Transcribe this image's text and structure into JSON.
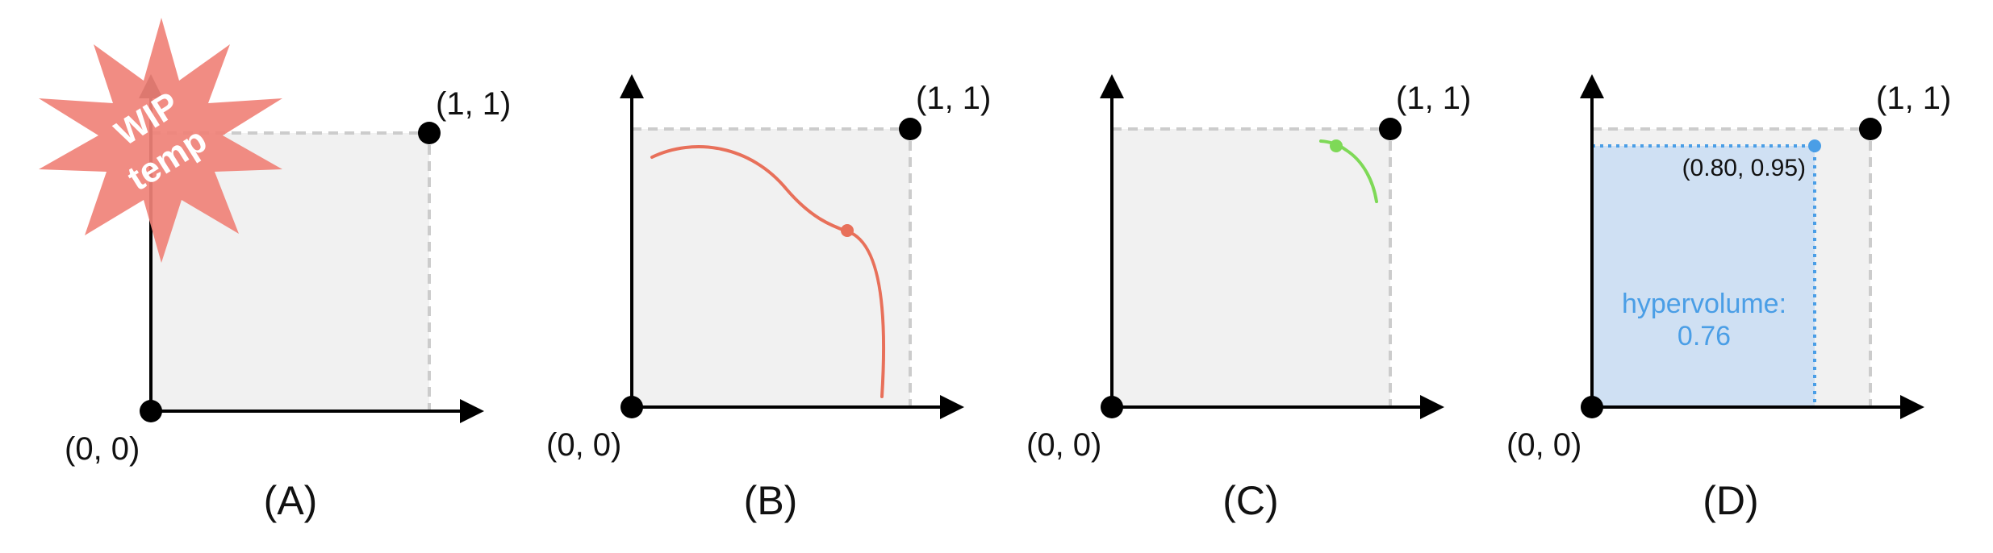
{
  "colors": {
    "axis": "#000000",
    "region_fill": "#f1f1f1",
    "region_border": "#cccccc",
    "curve_b": "#e8705a",
    "curve_c": "#7ed957",
    "hypervolume_fill": "#cfe0f3",
    "hypervolume_border": "#4a9ee6",
    "hypervolume_text": "#4a9ee6",
    "stamp_fill": "#f08278",
    "stamp_text": "#ffffff"
  },
  "panels": [
    {
      "caption": "(A)",
      "origin_label": "(0, 0)",
      "corner_label": "(1, 1)"
    },
    {
      "caption": "(B)",
      "origin_label": "(0, 0)",
      "corner_label": "(1, 1)"
    },
    {
      "caption": "(C)",
      "origin_label": "(0, 0)",
      "corner_label": "(1, 1)"
    },
    {
      "caption": "(D)",
      "origin_label": "(0, 0)",
      "corner_label": "(1, 1)",
      "point_label": "(0.80, 0.95)",
      "hypervolume_label": "hypervolume:",
      "hypervolume_value": "0.76"
    }
  ],
  "stamp": {
    "line1": "WIP",
    "line2": "temp"
  }
}
